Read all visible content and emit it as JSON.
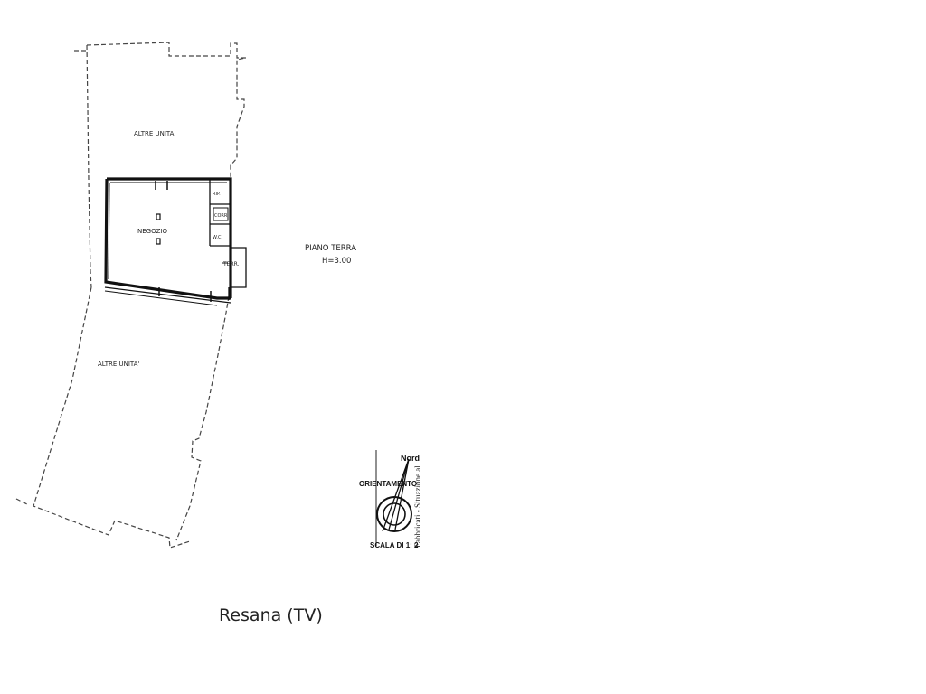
{
  "floor_plan": {
    "units": {
      "upper": "ALTRE UNITA'",
      "lower": "ALTRE UNITA'"
    },
    "rooms": {
      "shop": "NEGOZIO",
      "storage": "RIP.",
      "corridor": "CORR.",
      "wc": "W.C.",
      "terrace": "TERR."
    },
    "level": {
      "name": "PIANO TERRA",
      "height": "H=3.00"
    },
    "orientation": {
      "north": "Nord",
      "label": "ORIENTAMENTO",
      "scale": "SCALA DI 1: 2",
      "side_note": "Fabbricati - Situazione al"
    }
  },
  "caption": "Resana (TV)"
}
